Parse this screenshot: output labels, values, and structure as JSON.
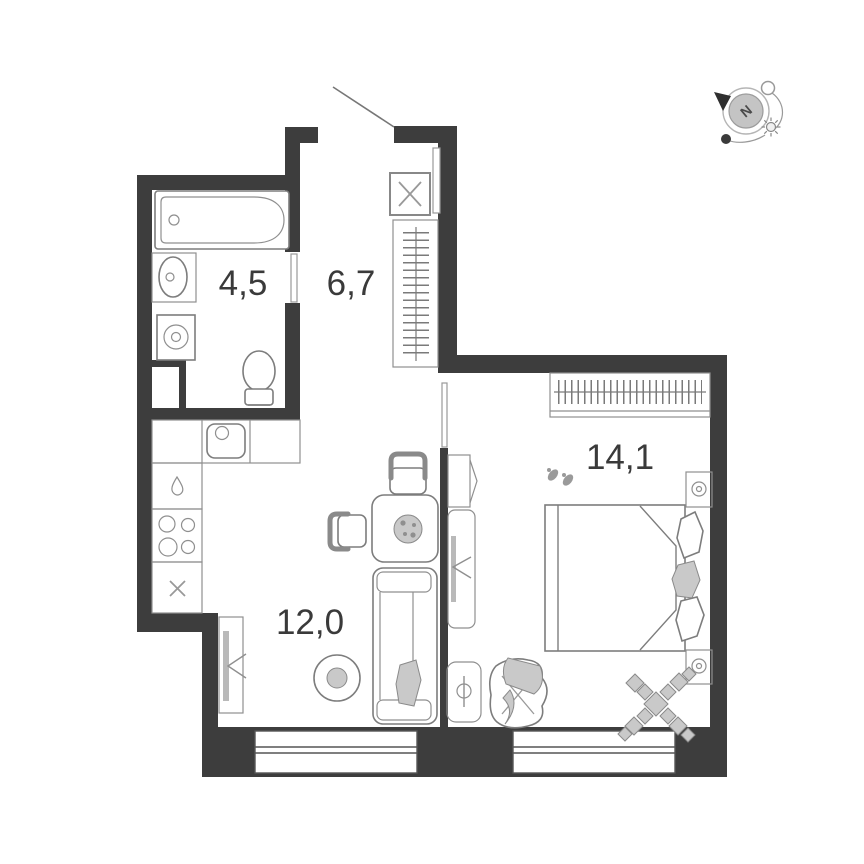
{
  "floorplan": {
    "rooms": [
      {
        "id": "bathroom",
        "area_label": "4,5"
      },
      {
        "id": "hallway",
        "area_label": "6,7"
      },
      {
        "id": "kitchen-living-room",
        "area_label": "12,0"
      },
      {
        "id": "bedroom",
        "area_label": "14,1"
      }
    ],
    "compass": {
      "north_label": "N"
    },
    "colors": {
      "wall": "#3d3d3d",
      "furniture_outline": "#7d7d7d",
      "soft_gray_fill": "#c9c9c9",
      "label_text": "#3a3a3a",
      "background": "#ffffff"
    }
  }
}
